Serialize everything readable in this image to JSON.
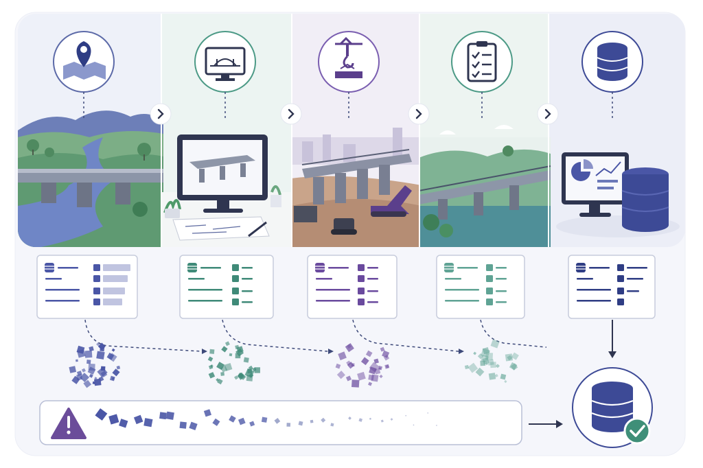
{
  "diagram": {
    "stages": [
      {
        "id": "planning",
        "icon": "map-pin-icon",
        "scene": "river-bridge-landscape",
        "tint": "#4a56a6"
      },
      {
        "id": "design",
        "icon": "monitor-bridge-icon",
        "scene": "design-workstation",
        "tint": "#3f8a78"
      },
      {
        "id": "construction",
        "icon": "crane-hook-icon",
        "scene": "construction-site",
        "tint": "#6a4a9e"
      },
      {
        "id": "inspection",
        "icon": "checklist-icon",
        "scene": "completed-bridge",
        "tint": "#5fa394"
      },
      {
        "id": "operation",
        "icon": "database-icon",
        "scene": "monitoring-dashboard",
        "tint": "#2f3d84"
      }
    ],
    "fragment_sink": {
      "icon": "warning-icon",
      "color": "#6b4c9a"
    },
    "final_store": {
      "icon": "database-check-icon",
      "check_color": "#3f8f78"
    },
    "colors": {
      "indigo": "#4a56a6",
      "teal": "#3f8a78",
      "purple": "#6a4a9e",
      "mint": "#5fa394",
      "navy": "#2f3d84",
      "line": "#3e4a7a",
      "panel": "#eef1f8"
    }
  }
}
